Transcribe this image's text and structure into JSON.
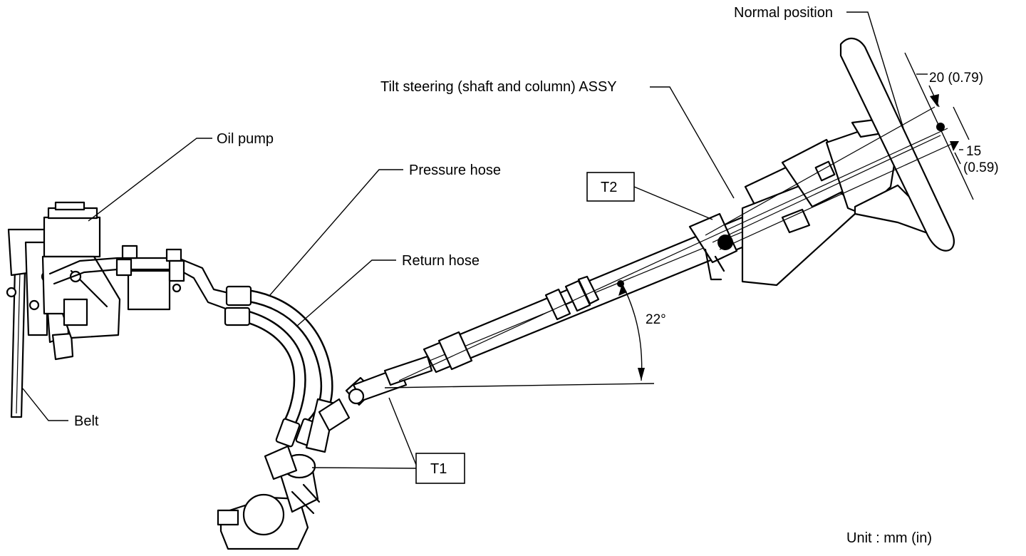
{
  "labels": {
    "normal_position": "Normal position",
    "tilt_steering": "Tilt steering (shaft and column) ASSY",
    "oil_pump": "Oil pump",
    "pressure_hose": "Pressure hose",
    "return_hose": "Return hose",
    "belt": "Belt",
    "t1": "T1",
    "t2": "T2",
    "unit": "Unit : mm (in)"
  },
  "dimensions": {
    "tilt_up": "20 (0.79)",
    "tilt_down_value": "15",
    "tilt_down_inch": "(0.59)",
    "column_angle": "22°"
  }
}
